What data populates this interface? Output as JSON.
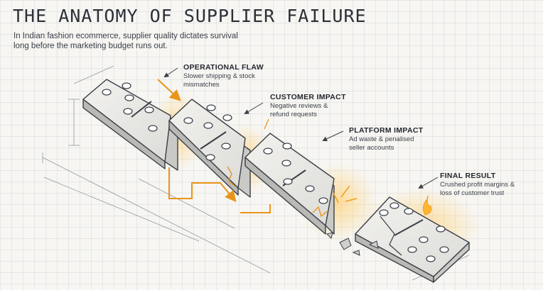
{
  "title": "THE ANATOMY OF SUPPLIER FAILURE",
  "subtitle": "In Indian fashion ecommerce, supplier quality dictates survival long before the marketing budget runs out.",
  "stages": [
    {
      "heading": "OPERATIONAL FLAW",
      "description": "Slower shipping & stock mismatches"
    },
    {
      "heading": "CUSTOMER IMPACT",
      "description": "Negative reviews & refund requests"
    },
    {
      "heading": "PLATFORM IMPACT",
      "description": "Ad waste & penalised seller accounts"
    },
    {
      "heading": "FINAL RESULT",
      "description": "Crushed profit margins & loss of customer trust"
    }
  ],
  "colors": {
    "accent": "#f0a020",
    "ink": "#2b3038",
    "paper": "#f7f6f2"
  }
}
